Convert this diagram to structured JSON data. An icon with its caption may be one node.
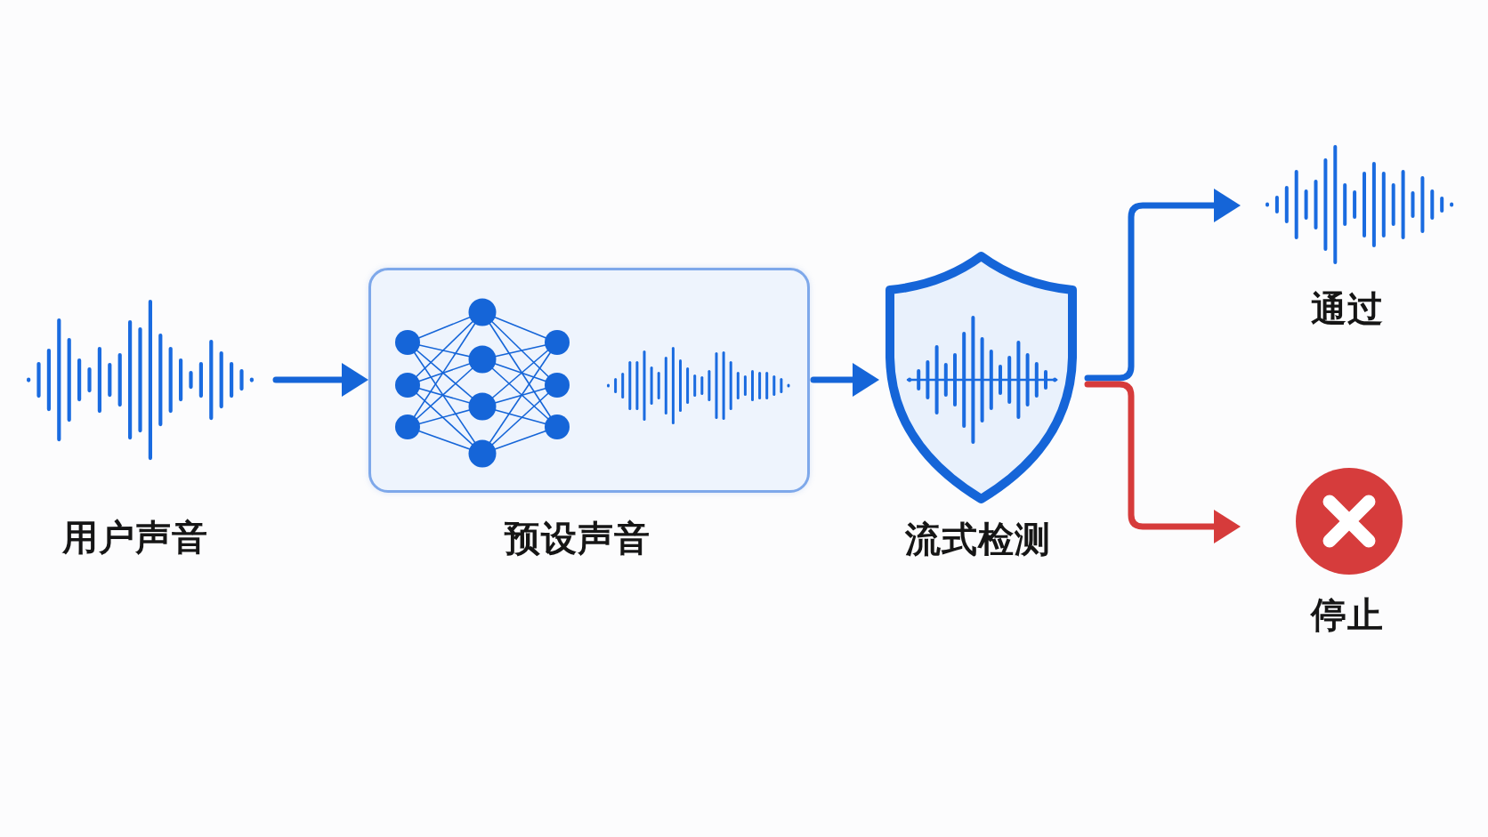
{
  "diagram": {
    "nodes": [
      {
        "text": [
          "用户声音"
        ]
      },
      {
        "text": [
          "预设声音"
        ]
      },
      {
        "text": [
          "流式检测"
        ]
      },
      {
        "text": [
          "通过"
        ]
      },
      {
        "text": [
          "停止"
        ]
      }
    ],
    "edges": [
      {
        "from": 0,
        "to": 1,
        "arrow": "to"
      },
      {
        "from": 1,
        "to": 2,
        "arrow": "to"
      },
      {
        "from": 2,
        "to": 3,
        "arrow": "to"
      },
      {
        "from": 2,
        "to": 4,
        "arrow": "to",
        "color": "#d63b3b"
      }
    ]
  }
}
